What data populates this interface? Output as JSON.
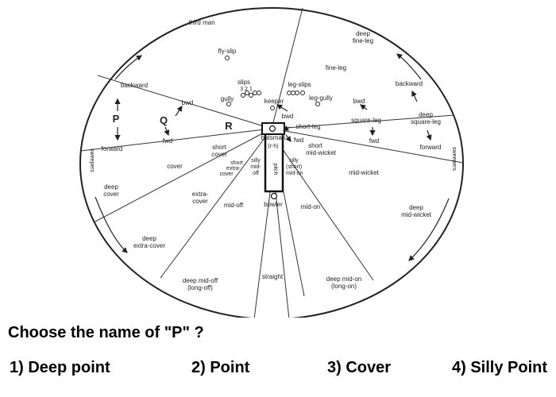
{
  "diagram": {
    "labels": {
      "third_man": "third man",
      "deep_fine_leg": [
        "deep",
        "fine-leg"
      ],
      "fly_slip": "fly-slip",
      "fine_leg": "fine-leg",
      "slips": "slips",
      "slip_numbers": "3 2 1",
      "gully": "gully",
      "keeper": "keeper",
      "leg_slips": "leg-slips",
      "leg_gully": "leg-gully",
      "backward_left": "backward",
      "backward_right": "backward",
      "bwd_off": "bwd",
      "bwd_leg": "bwd",
      "bwd_fine": "bwd",
      "deep_square_leg": [
        "deep",
        "square-leg"
      ],
      "square_leg": "square-leg",
      "short_leg": "short-leg",
      "fwd_off": "fwd",
      "fwd_leg": "fwd",
      "fwd_fine": "fwd",
      "forward_left": "forward",
      "forward_right": "forward",
      "batsman": "batsman",
      "rh": "(r-h)",
      "short_cover": [
        "short",
        "cover"
      ],
      "short_extra_cover": [
        "short",
        "extra-",
        "cover"
      ],
      "silly_mid_off": [
        "silly",
        "mid-",
        "off"
      ],
      "pitch": "pitch",
      "silly_short_mid_on": [
        "silly",
        "(short)",
        "mid-on"
      ],
      "short_mid_wicket": [
        "short",
        "mid-wicket"
      ],
      "cover": "cover",
      "mid_wicket": "mid-wicket",
      "deep_cover": [
        "deep",
        "cover"
      ],
      "extra_cover": [
        "extra-",
        "cover"
      ],
      "mid_off": "mid-off",
      "bowler": "bowler",
      "mid_on": "mid-on",
      "deep_mid_wicket": [
        "deep",
        "mid-wicket"
      ],
      "deep_extra_cover": [
        "deep",
        "extra-cover"
      ],
      "straight": "straight",
      "deep_mid_off": [
        "deep mid-off",
        "(long-off)"
      ],
      "deep_mid_on": [
        "deep mid-on",
        "(long-on)"
      ],
      "sweepers_left": "sweepers",
      "sweepers_right": "sweepers",
      "P": "P",
      "Q": "Q",
      "R": "R"
    }
  },
  "quiz": {
    "question": "Choose the name of \"P\" ?",
    "options": [
      "1) Deep point",
      "2) Point",
      "3) Cover",
      "4) Silly Point"
    ]
  }
}
